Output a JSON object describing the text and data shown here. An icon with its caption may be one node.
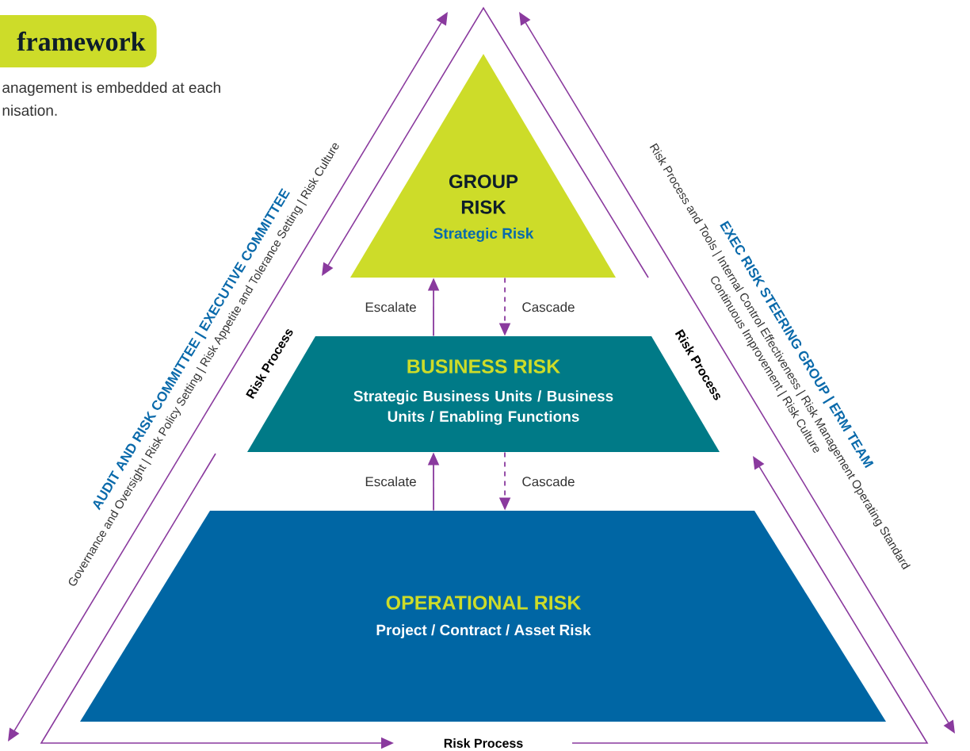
{
  "diagram": {
    "title": "framework",
    "nodes": [
      {
        "text": [
          "GROUP RISK",
          "Strategic Risk"
        ]
      },
      {
        "text": [
          "BUSINESS RISK",
          "Strategic Business Units / Business Units / Enabling Functions"
        ]
      },
      {
        "text": [
          "OPERATIONAL RISK",
          "Project / Contract / Asset Risk"
        ]
      }
    ],
    "edges": [
      {
        "from": 1,
        "to": 0,
        "arrow": "to",
        "label": "Escalate"
      },
      {
        "from": 0,
        "to": 1,
        "arrow": "to",
        "label": "Cascade",
        "style": "dashed"
      },
      {
        "from": 2,
        "to": 1,
        "arrow": "to",
        "label": "Escalate"
      },
      {
        "from": 1,
        "to": 2,
        "arrow": "to",
        "label": "Cascade",
        "style": "dashed"
      }
    ],
    "labels": [
      "anagement is embedded at each",
      "nisation.",
      "Governance and Oversight | Risk Policy Setting | Risk Appetite and Tolerance Setting | Risk Culture",
      "AUDIT AND RISK COMMITTEE | EXECUTIVE COMMITTEE",
      "Risk Process and Tools | Internal Control Effectiveness | Risk Management Operating Standard",
      "EXEC RISK STEERING GROUP | ERM TEAM",
      "Continuous Improvement | Risk Culture",
      "Risk Process",
      "Risk Process",
      "Risk Process"
    ]
  }
}
